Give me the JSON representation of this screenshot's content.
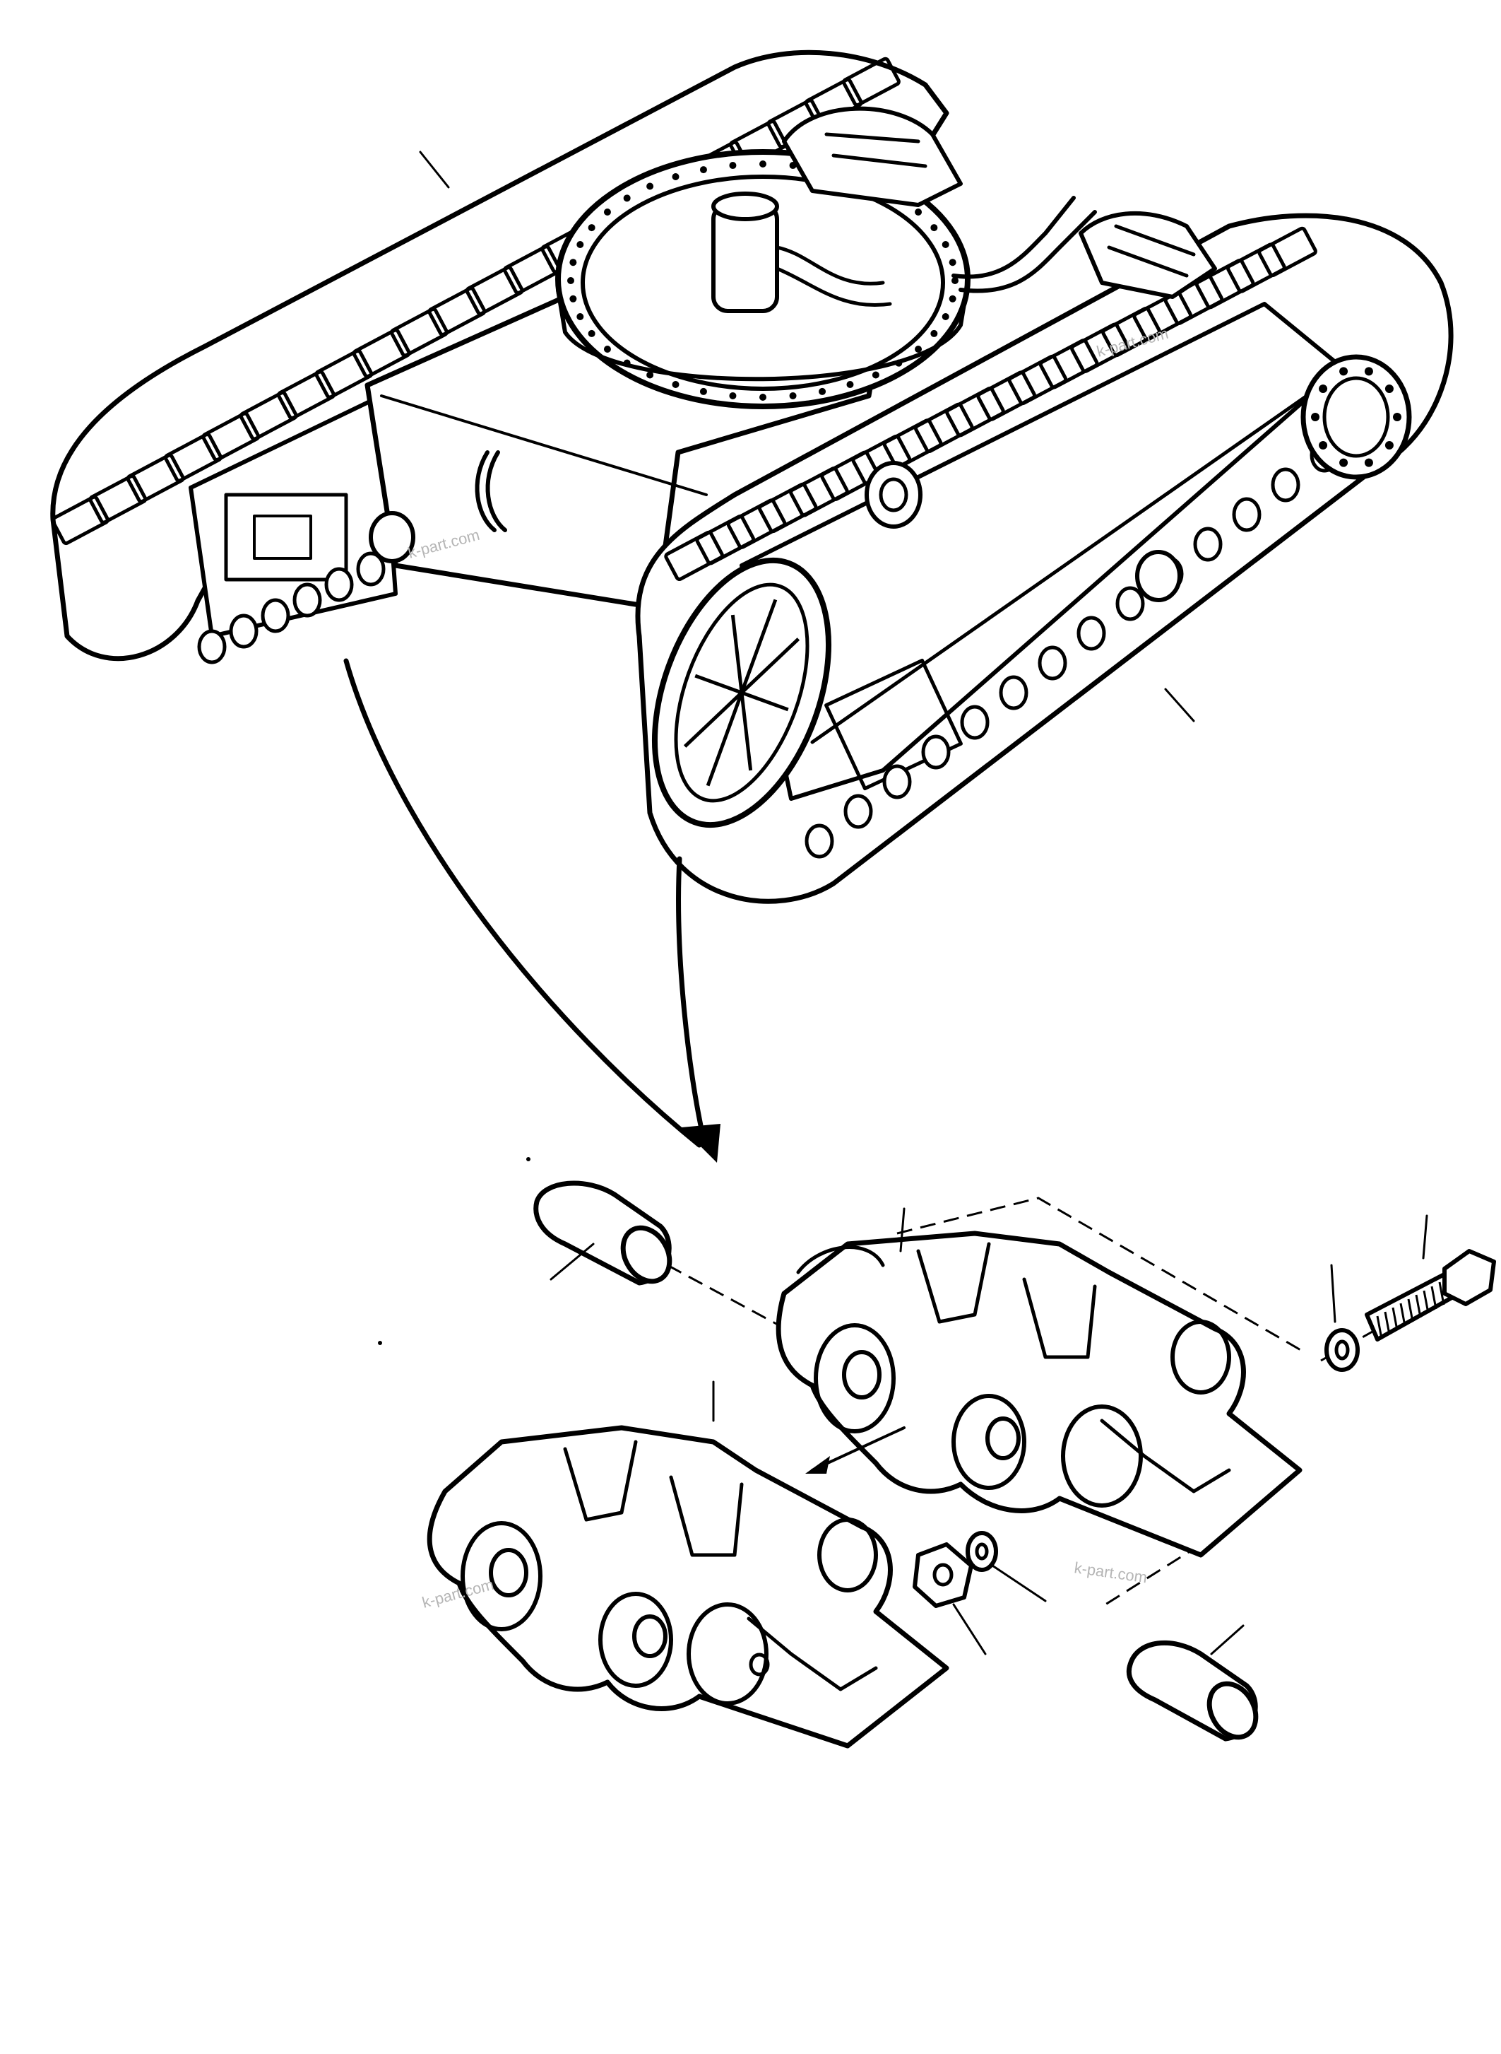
{
  "watermarks": [
    "k-part.com",
    "k-part.com",
    "k-part.com",
    "k-part.com"
  ],
  "colors": {
    "ink": "#000000",
    "paper": "#ffffff",
    "watermark": "#b5b5b5"
  }
}
